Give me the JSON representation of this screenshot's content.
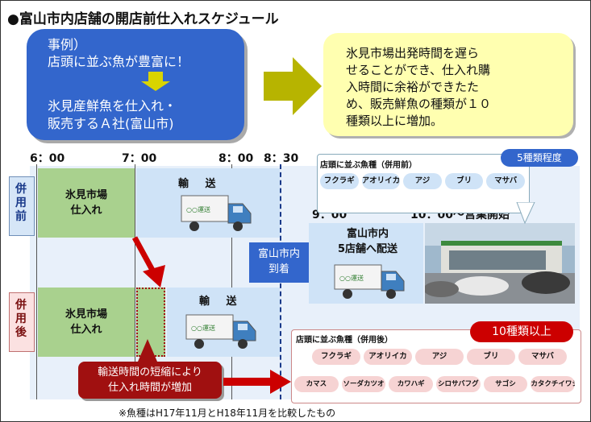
{
  "title": "●富山市内店舗の開店前仕入れスケジュール",
  "example": {
    "line1": "事例）",
    "line2": "店頭に並ぶ魚が豊富に！",
    "line3": "氷見産鮮魚を仕入れ・",
    "line4": "販売するＡ社(富山市)"
  },
  "result": {
    "lines": [
      "氷見市場出発時間を遅ら",
      "せることができ、仕入れ購",
      "入時間に余裕ができたた",
      "め、販売鮮魚の種類が１０",
      "種類以上に増加。"
    ]
  },
  "times": {
    "t600": "6：00",
    "t700": "7：00",
    "t800": "8：00",
    "t830": "8：30",
    "t900": "9：00",
    "t1000": "10：00～営業開始"
  },
  "rows": {
    "before_label": "併用前",
    "after_label": "併用後"
  },
  "cells": {
    "market_line1": "氷見市場",
    "market_line2": "仕入れ",
    "transport": "輸 送",
    "arrival_line1": "富山市内",
    "arrival_line2": "到着",
    "delivery_line1": "富山市内",
    "delivery_line2": "5店舗へ配送"
  },
  "truck_label": "○○運送",
  "fish_before": {
    "title": "店頭に並ぶ魚種（併用前）",
    "badge": "5種類程度",
    "items": [
      "フクラギ",
      "アオリイカ",
      "アジ",
      "ブリ",
      "マサバ"
    ]
  },
  "fish_after": {
    "title": "店頭に並ぶ魚種（併用後）",
    "badge": "10種類以上",
    "row1": [
      "フクラギ",
      "アオリイカ",
      "アジ",
      "ブリ",
      "マサバ"
    ],
    "row2": [
      "カマス",
      "ソーダカツオ",
      "カワハギ",
      "シロサバフグ",
      "サゴシ",
      "カタクチイワシ"
    ]
  },
  "callout": {
    "line1": "輸送時間の短縮により",
    "line2": "仕入れ時間が増加"
  },
  "footnote": "※魚種はH17年11月とH18年11月を比較したもの",
  "colors": {
    "blue": "#3366cc",
    "yellow": "#ffffb0",
    "green": "#a9d18e",
    "lightblue": "#cfe3f7",
    "arrowolive": "#b7b400",
    "red": "#cc0000",
    "callout": "#a01010"
  }
}
